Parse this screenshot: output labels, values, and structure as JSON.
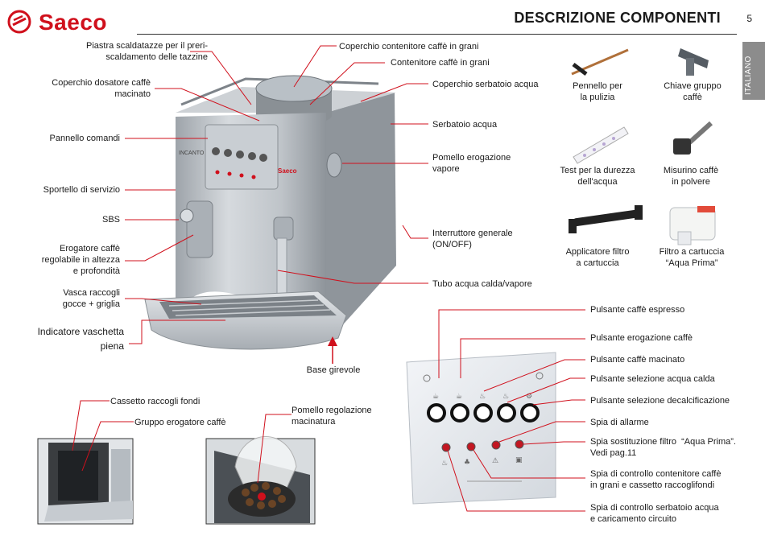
{
  "header": {
    "brand": "Saeco",
    "title": "DESCRIZIONE COMPONENTI",
    "page_number": "5",
    "language_tab": "ITALIANO"
  },
  "machine": {
    "badge": "Saeco",
    "model": "INCANTO"
  },
  "left_labels": [
    "Piastra scaldatazze per il preri-\nscaldamento delle tazzine",
    "Coperchio dosatore caffè\nmacinato",
    "Pannello comandi",
    "Sportello di servizio",
    "SBS",
    "Erogatore caffè\nregolabile in altezza\ne profondità",
    "Vasca raccogli\ngocce + griglia",
    "Indicatore vaschetta\npiena"
  ],
  "right_labels": [
    "Coperchio contenitore caffè in grani",
    "Contenitore caffè in grani",
    "Coperchio serbatoio acqua",
    "Serbatoio acqua",
    "Pomello erogazione\nvapore",
    "Interruttore generale\n(ON/OFF)",
    "Tubo acqua calda/vapore"
  ],
  "base_label": "Base girevole",
  "accessories": [
    "Pennello per\nla pulizia",
    "Chiave gruppo\ncaffè",
    "Test per la durezza\ndell'acqua",
    "Misurino caffè\nin polvere",
    "Applicatore filtro\na cartuccia",
    "Filtro a cartuccia\n“Aqua Prima”"
  ],
  "bottom_labels": {
    "grounds_drawer": "Cassetto raccogli fondi",
    "brew_group": "Gruppo erogatore caffè",
    "grind_knob": "Pomello regolazione\nmacinatura"
  },
  "panel_labels": [
    "Pulsante caffè espresso",
    "Pulsante erogazione caffè",
    "Pulsante caffè macinato",
    "Pulsante selezione acqua calda",
    "Pulsante selezione decalcificazione",
    "Spia di allarme",
    "Spia sostituzione filtro  “Aqua Prima”.\nVedi pag.11",
    "Spia di controllo contenitore caffè\nin grani e cassetto raccoglifondi",
    "Spia di controllo serbatoio acqua\ne caricamento circuito"
  ],
  "colors": {
    "brand_red": "#d0101c",
    "leader_red": "#d0101c",
    "machine_silver": "#c3c8cd",
    "tab_gray": "#8c8c8c"
  }
}
